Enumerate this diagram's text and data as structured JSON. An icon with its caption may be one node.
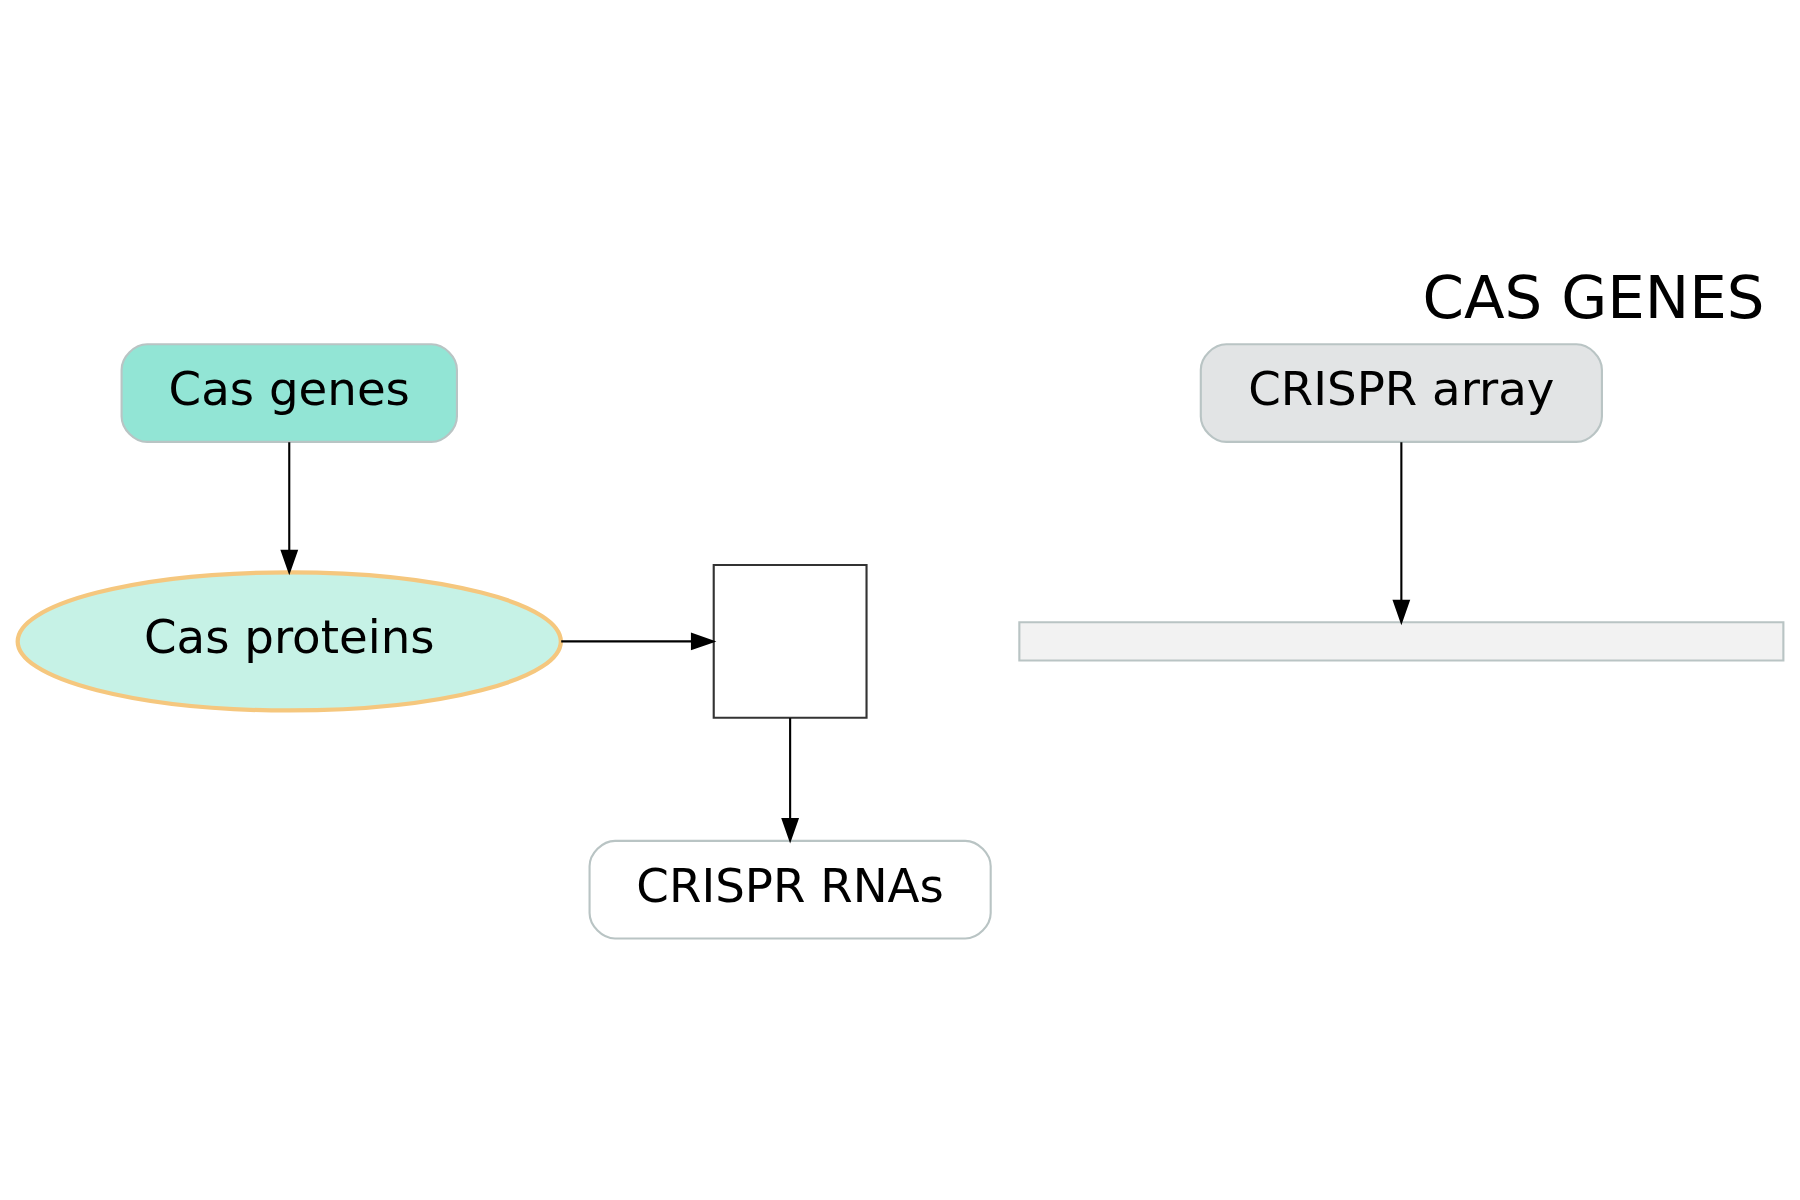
{
  "diagram": {
    "title": "CAS GENES",
    "nodes": [
      {
        "text": [
          "Cas genes"
        ]
      },
      {
        "text": [
          "CRISPR array"
        ]
      },
      {
        "text": [],
        "shape": "bar"
      },
      {
        "text": [
          "Cas proteins"
        ]
      },
      {
        "text": [],
        "shape": "box"
      },
      {
        "text": [
          "CRISPR RNAs"
        ]
      }
    ],
    "edges": [
      {
        "from": 0,
        "to": 3,
        "arrow": "to"
      },
      {
        "from": 1,
        "to": 2,
        "arrow": "to"
      },
      {
        "from": 3,
        "to": 4,
        "arrow": "to"
      },
      {
        "from": 4,
        "to": 5,
        "arrow": "to"
      }
    ]
  }
}
